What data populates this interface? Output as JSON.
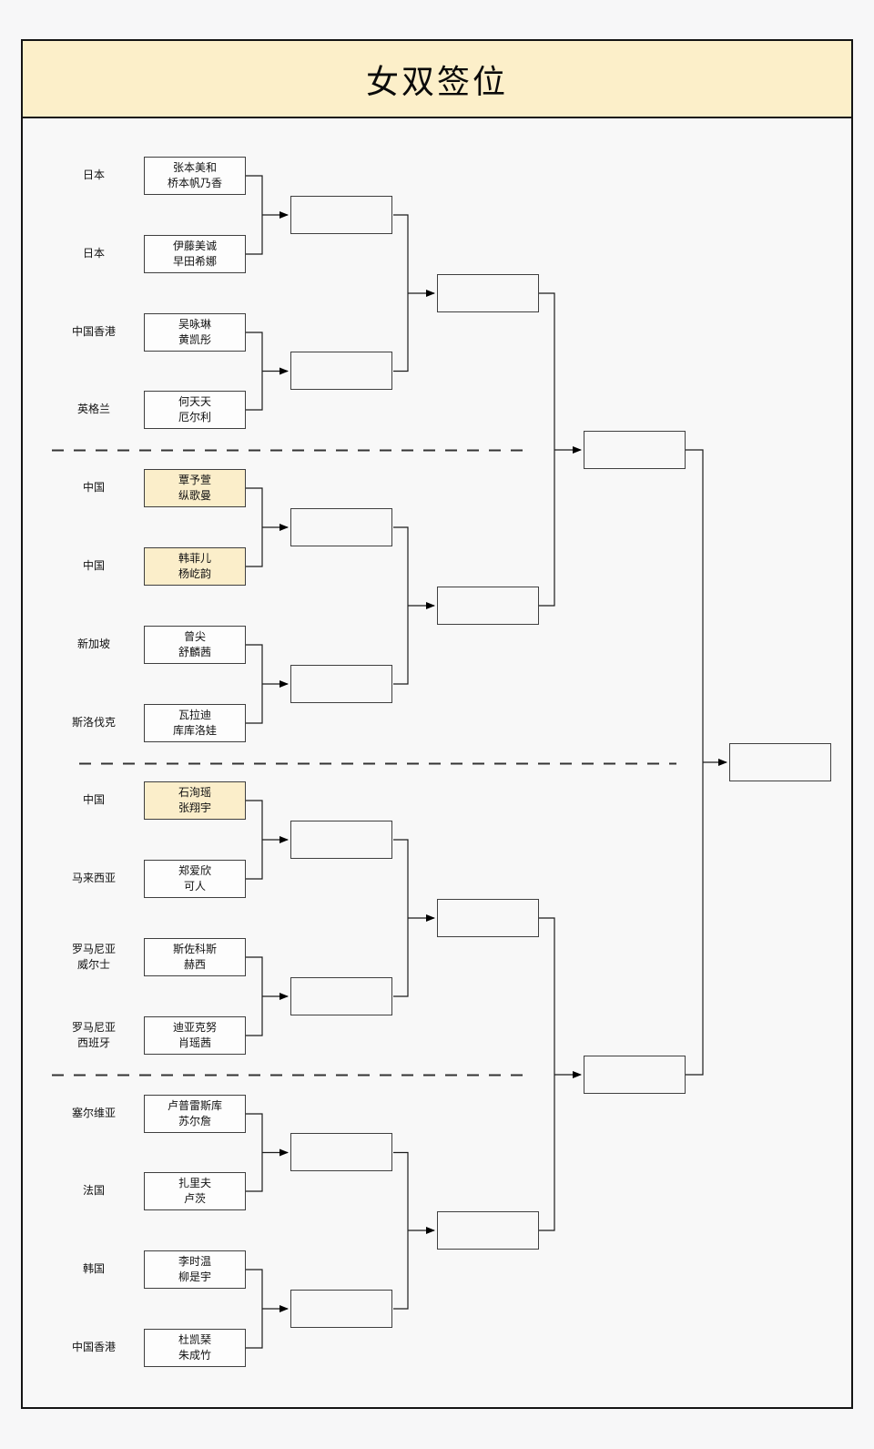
{
  "title": "女双签位",
  "bracket": {
    "teams": [
      {
        "country": "日本",
        "players": [
          "张本美和",
          "桥本帆乃香"
        ],
        "highlight": false
      },
      {
        "country": "日本",
        "players": [
          "伊藤美诚",
          "早田希娜"
        ],
        "highlight": false
      },
      {
        "country": "中国香港",
        "players": [
          "吴咏琳",
          "黄凯彤"
        ],
        "highlight": false
      },
      {
        "country": "英格兰",
        "players": [
          "何天天",
          "厄尔利"
        ],
        "highlight": false
      },
      {
        "country": "中国",
        "players": [
          "覃予萱",
          "纵歌曼"
        ],
        "highlight": true
      },
      {
        "country": "中国",
        "players": [
          "韩菲儿",
          "杨屹韵"
        ],
        "highlight": true
      },
      {
        "country": "新加坡",
        "players": [
          "曾尖",
          "舒麟茜"
        ],
        "highlight": false
      },
      {
        "country": "斯洛伐克",
        "players": [
          "瓦拉迪",
          "库库洛娃"
        ],
        "highlight": false
      },
      {
        "country": "中国",
        "players": [
          "石洵瑶",
          "张翔宇"
        ],
        "highlight": true
      },
      {
        "country": "马来西亚",
        "players": [
          "郑爱欣",
          "可人"
        ],
        "highlight": false
      },
      {
        "country": "罗马尼亚\n威尔士",
        "players": [
          "斯佐科斯",
          "赫西"
        ],
        "highlight": false
      },
      {
        "country": "罗马尼亚\n西班牙",
        "players": [
          "迪亚克努",
          "肖瑶茜"
        ],
        "highlight": false
      },
      {
        "country": "塞尔维亚",
        "players": [
          "卢普雷斯库",
          "苏尔詹"
        ],
        "highlight": false
      },
      {
        "country": "法国",
        "players": [
          "扎里夫",
          "卢茨"
        ],
        "highlight": false
      },
      {
        "country": "韩国",
        "players": [
          "李时温",
          "柳是宇"
        ],
        "highlight": false
      },
      {
        "country": "中国香港",
        "players": [
          "杜凯琹",
          "朱成竹"
        ],
        "highlight": false
      }
    ],
    "rounds": {
      "round2_empty_slots": 8,
      "quarterfinal_empty_slots": 4,
      "semifinal_empty_slots": 2,
      "final_empty_slots": 1
    }
  },
  "colors": {
    "title_band": "#fcefc9",
    "highlight_box": "#fbeeca",
    "box_border": "#3f3f3f",
    "connector_line": "#1c1c1c",
    "frame_border": "#141414",
    "panel_background": "#f8f8f8",
    "page_background": "#f7f7f8"
  }
}
